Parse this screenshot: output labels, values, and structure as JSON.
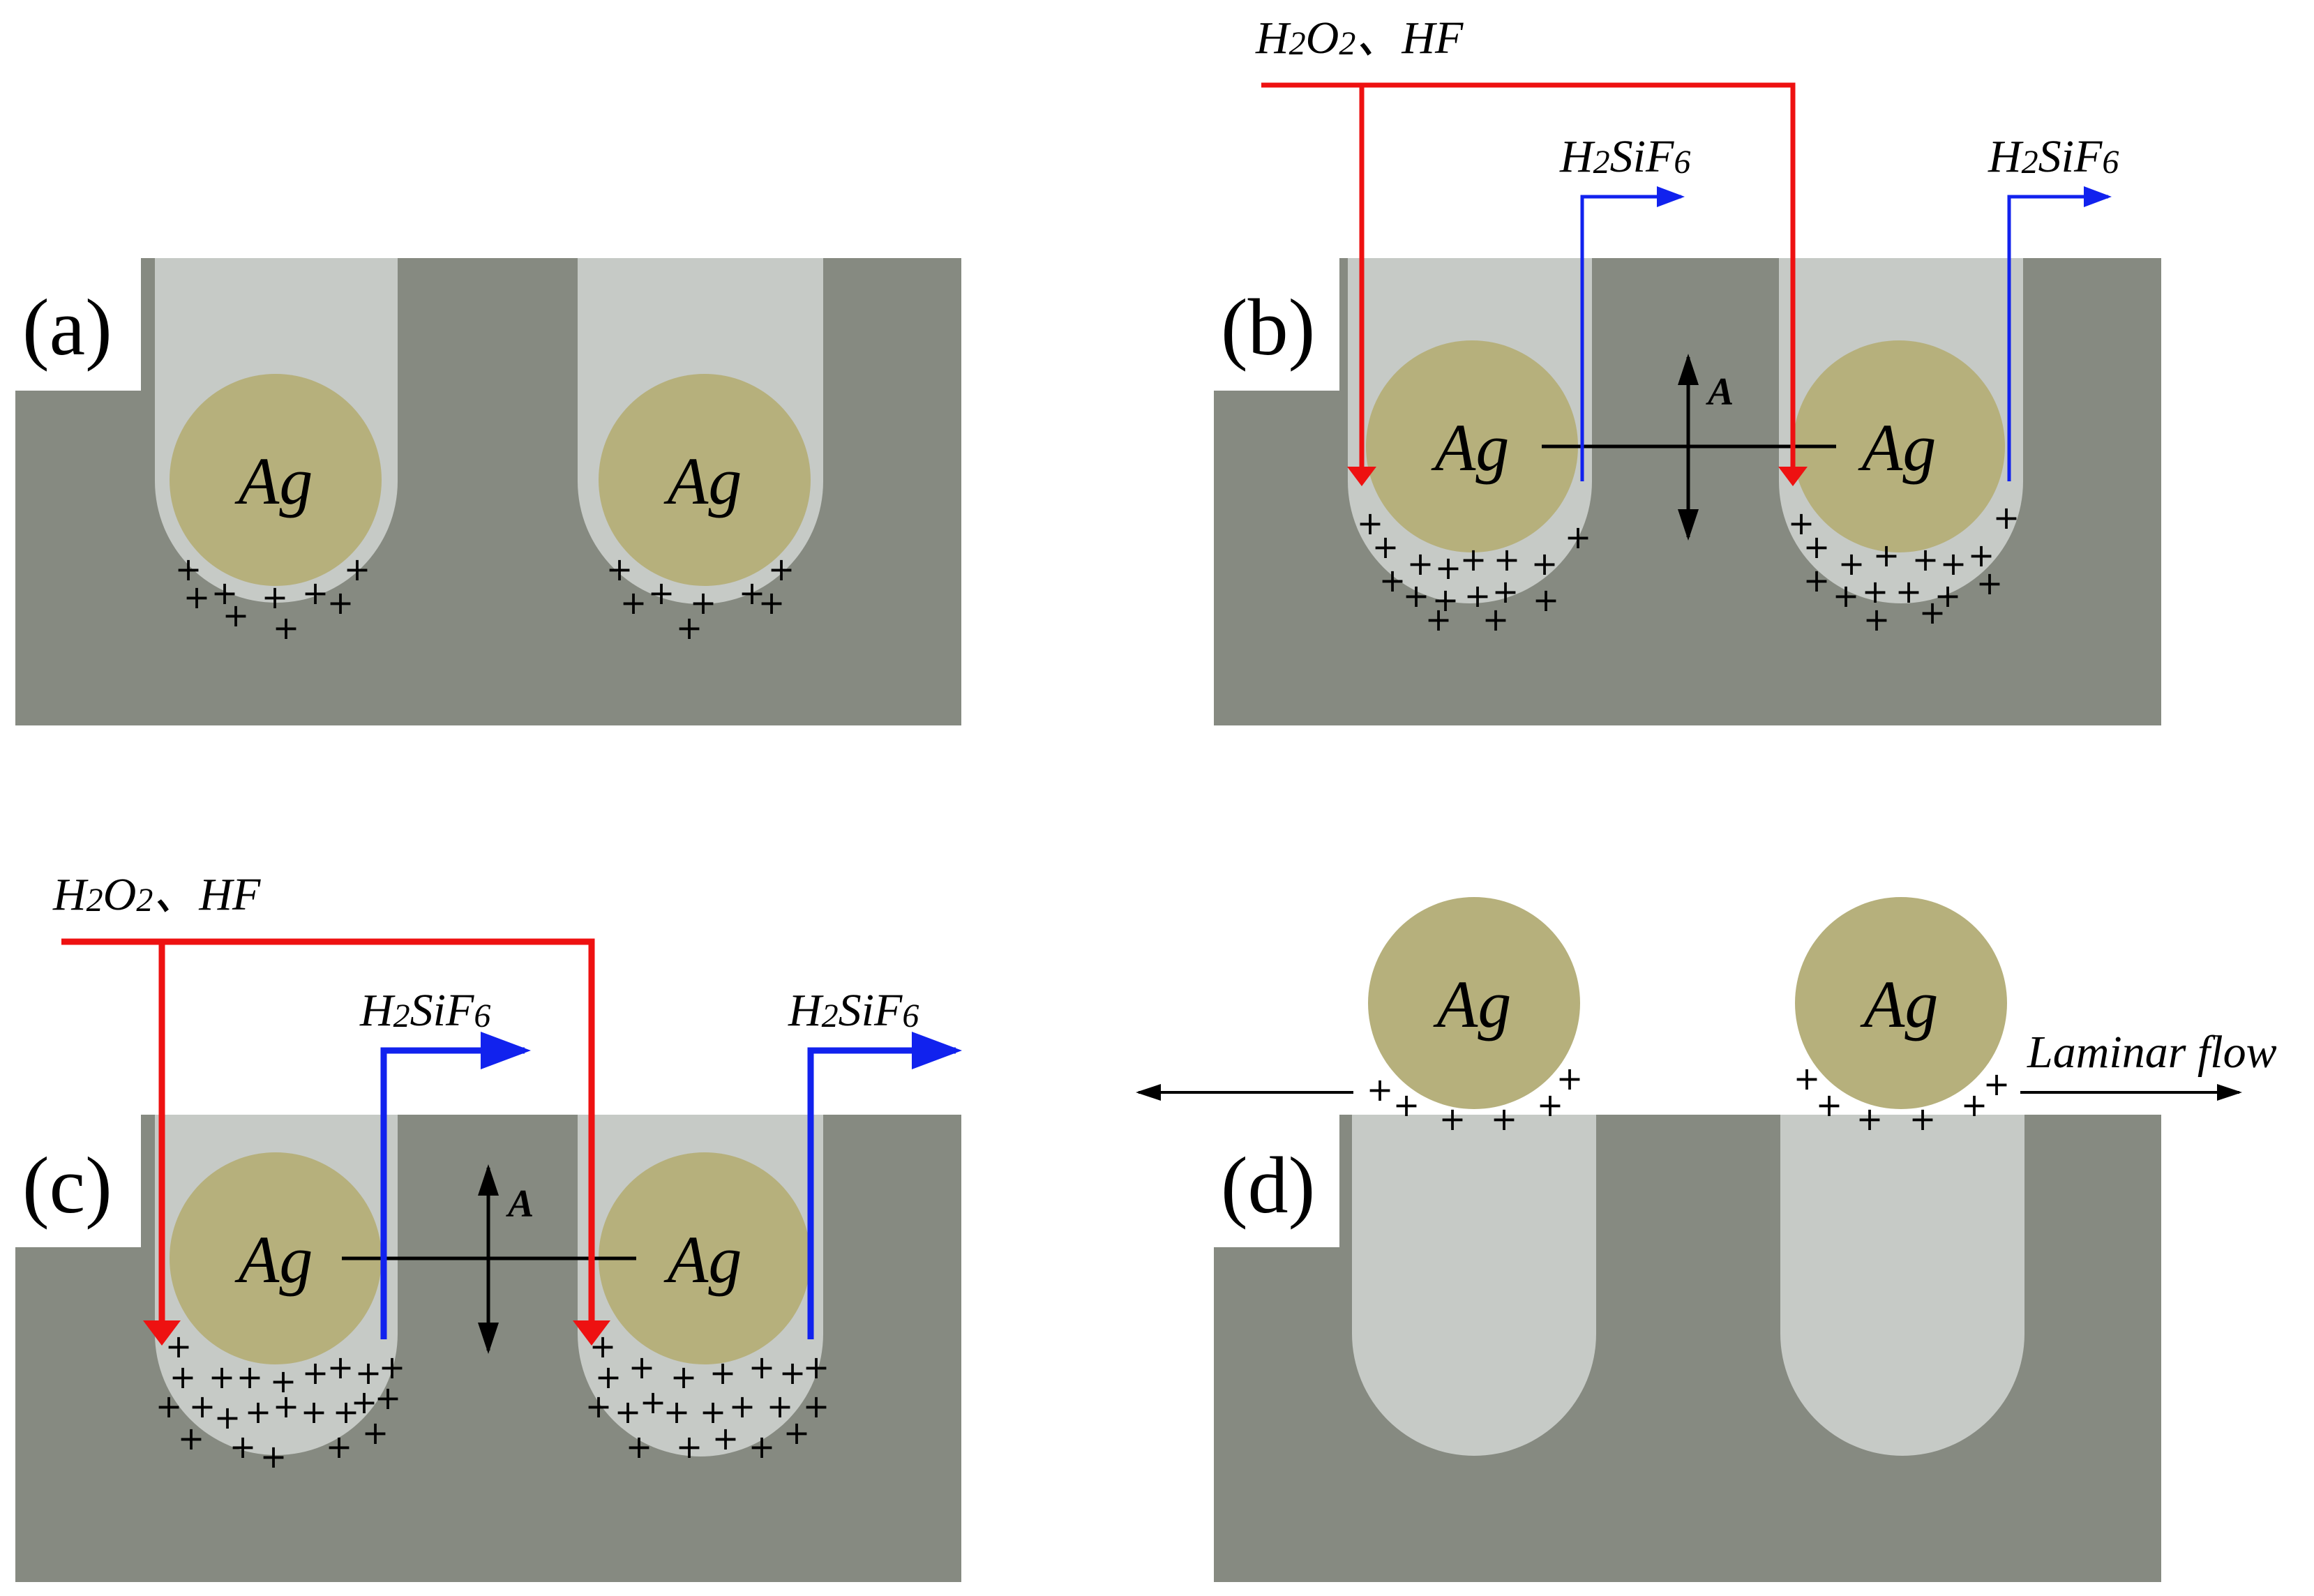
{
  "colors": {
    "substrate": "#868a81",
    "pore": "#c6cac6",
    "silver": "#b6b07c",
    "reactant_arrow": "#ee1111",
    "product_arrow": "#1122ee",
    "label_box": "#ffffff"
  },
  "labels": {
    "particle": "Ag",
    "reactants_lead": "H",
    "reactants_sub_1": "2",
    "reactants_mid": "O",
    "reactants_sub_2": "2",
    "reactants_tail": "、HF",
    "product_lead": "H",
    "product_sub_1": "2",
    "product_mid": "SiF",
    "product_sub_2": "6",
    "axis": "A",
    "flow": "Laminar flow",
    "charge": "+"
  },
  "panels": [
    {
      "id": "a",
      "letter": "(a)"
    },
    {
      "id": "b",
      "letter": "(b)"
    },
    {
      "id": "c",
      "letter": "(c)"
    },
    {
      "id": "d",
      "letter": "(d)"
    }
  ]
}
